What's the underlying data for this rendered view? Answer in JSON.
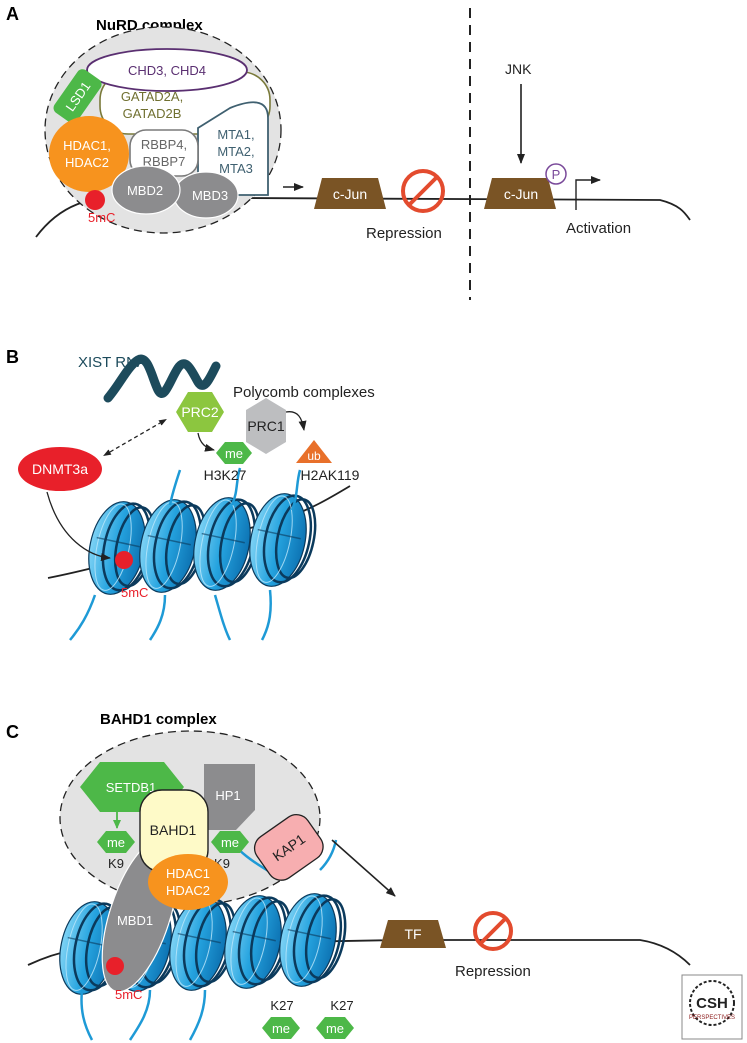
{
  "panels": {
    "a": {
      "letter": "A",
      "title": "NuRD complex",
      "proteins": {
        "chd": "CHD3, CHD4",
        "lsd1": "LSD1",
        "gatad_1": "GATAD2A,",
        "gatad_2": "GATAD2B",
        "hdac_1": "HDAC1,",
        "hdac_2": "HDAC2",
        "rbbp_1": "RBBP4,",
        "rbbp_2": "RBBP7",
        "mta_1": "MTA1,",
        "mta_2": "MTA2,",
        "mta_3": "MTA3",
        "mbd2": "MBD2",
        "mbd3": "MBD3"
      },
      "methyl_label": "5mC",
      "gene_left": "c-Jun",
      "gene_right": "c-Jun",
      "repression_label": "Repression",
      "kinase": "JNK",
      "phospho": "P",
      "activation_label": "Activation"
    },
    "b": {
      "letter": "B",
      "rna_label": "XIST RNA",
      "complexes_label": "Polycomb complexes",
      "dnmt": "DNMT3a",
      "prc2": "PRC2",
      "prc1": "PRC1",
      "me": "me",
      "ub": "ub",
      "h3k27": "H3K27",
      "h2ak119": "H2AK119",
      "methyl_label": "5mC"
    },
    "c": {
      "letter": "C",
      "title": "BAHD1 complex",
      "setdb1": "SETDB1",
      "hp1": "HP1",
      "bahd1": "BAHD1",
      "me": "me",
      "k9": "K9",
      "kap1": "KAP1",
      "hdac_1": "HDAC1",
      "hdac_2": "HDAC2",
      "mbd1": "MBD1",
      "methyl_label": "5mC",
      "k27": "K27",
      "tf": "TF",
      "repression_label": "Repression"
    }
  },
  "logo": {
    "line1": "CSH",
    "line2": "PERSPECTIVES"
  },
  "colors": {
    "orange": "#f7931e",
    "green": "#4db848",
    "brown": "#7a5425",
    "red": "#e8202a",
    "blue": "#1e9ad6",
    "gray": "#8c8c8e",
    "lightgray": "#e2e2e2"
  }
}
